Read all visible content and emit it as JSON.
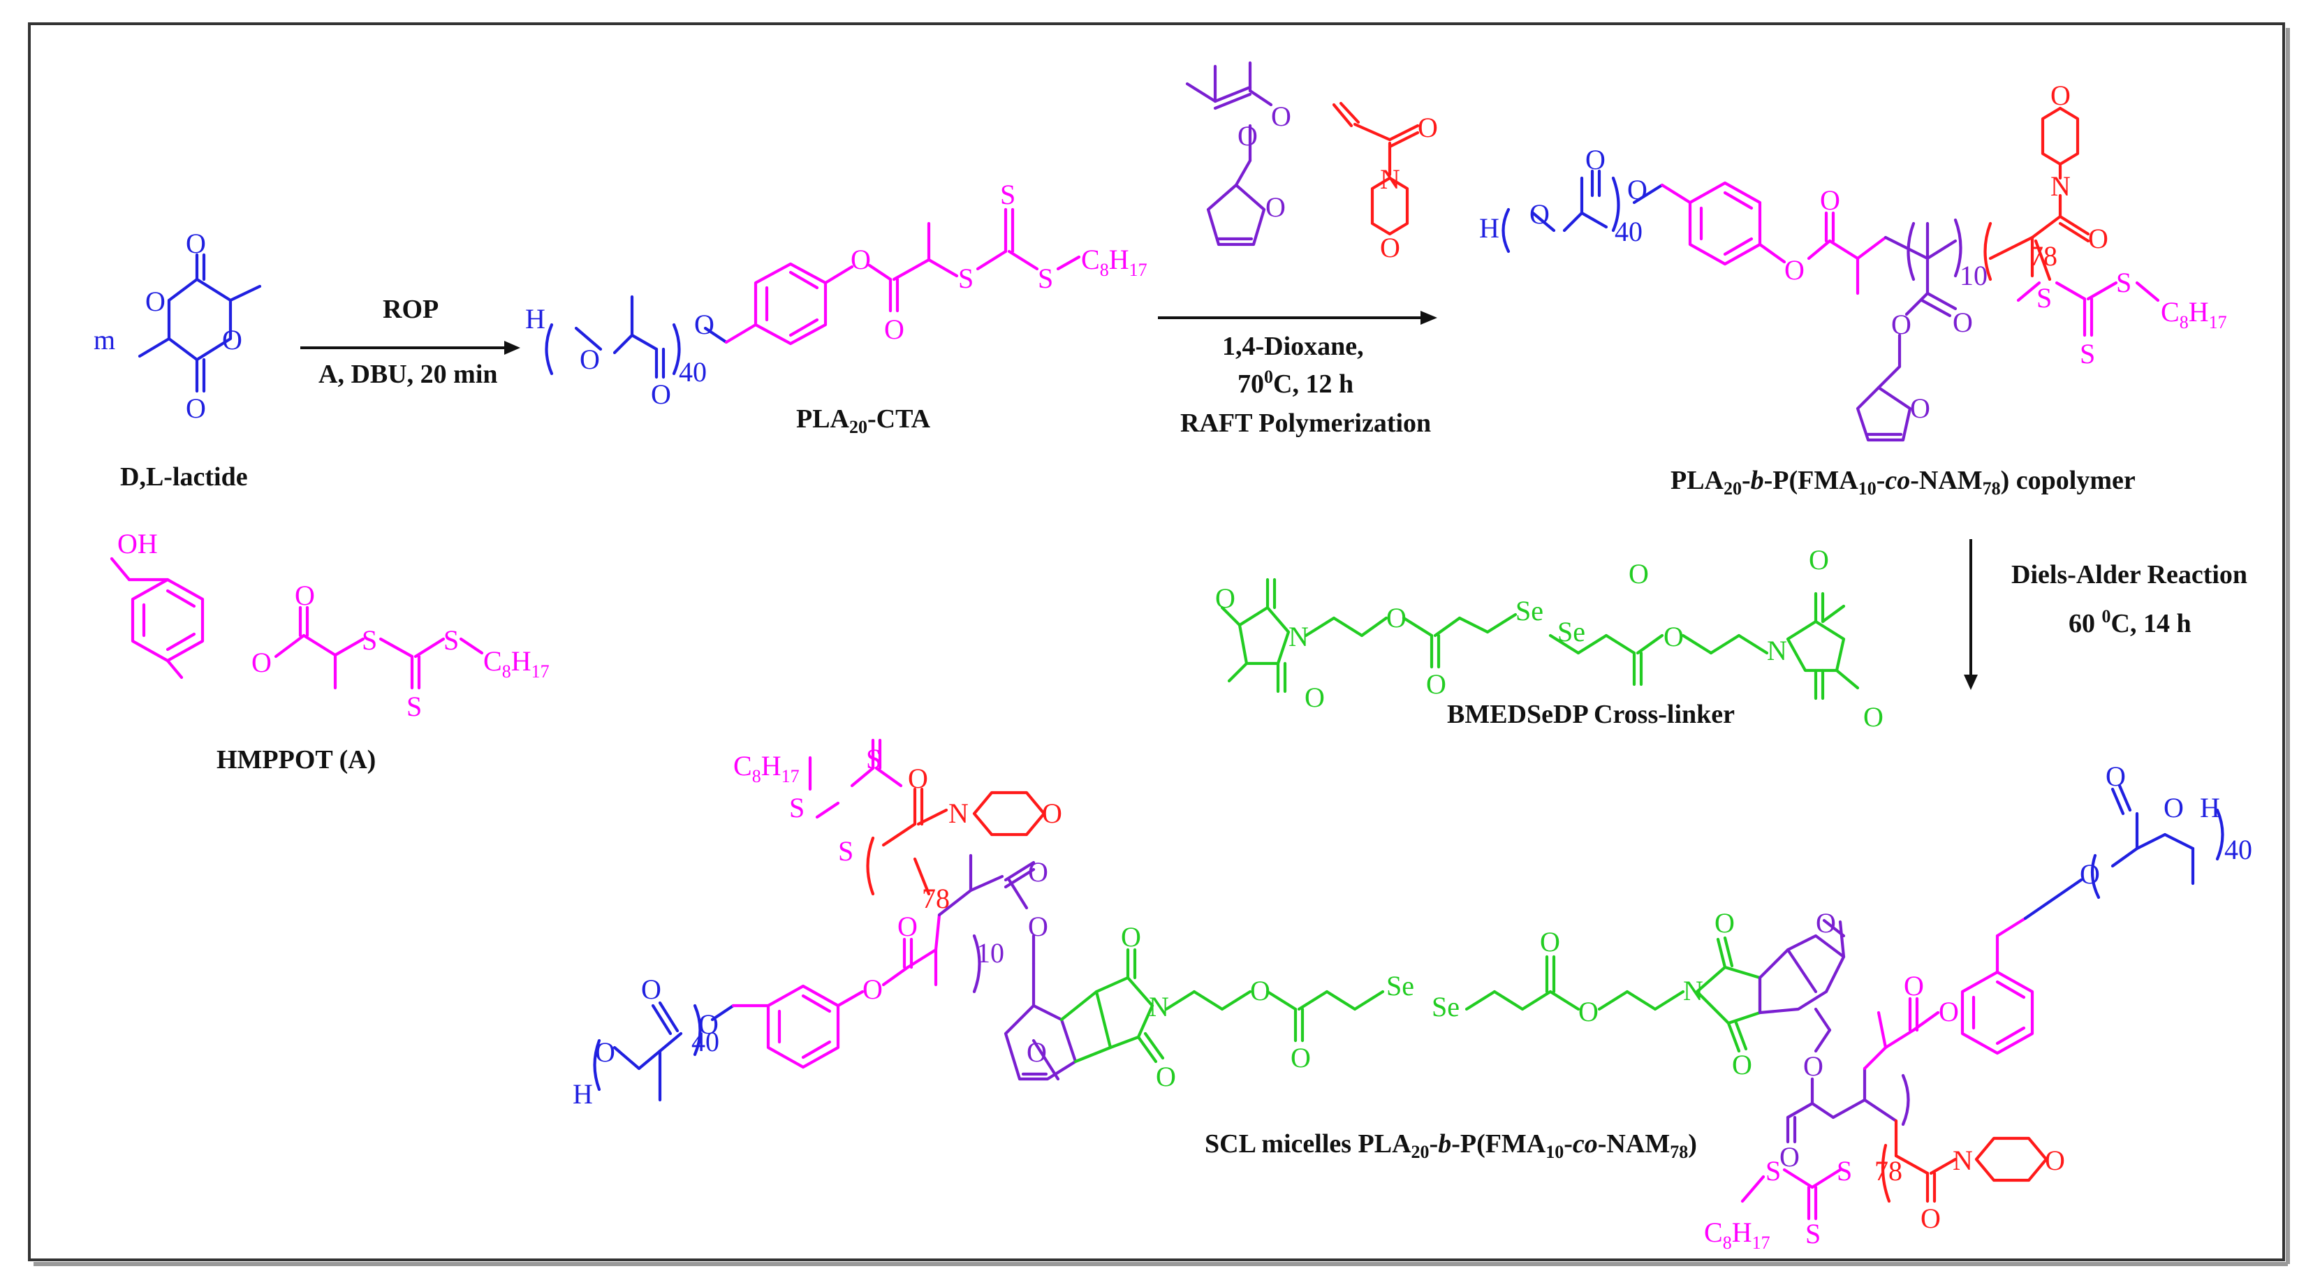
{
  "colors": {
    "lactide": "#2020e0",
    "cta": "#ff00ff",
    "nam": "#ff1a1a",
    "fma": "#7a1fd1",
    "crosslinker": "#22cc22",
    "text": "#111111",
    "frame": "#333333"
  },
  "labels": {
    "lactide": "D,L-lactide",
    "lactide_m": "m",
    "rop": "ROP",
    "rop_conditions": "A, DBU, 20 min",
    "pla_cta_pre": "PLA",
    "pla_cta_sub": "20",
    "pla_cta_post": "-CTA",
    "raft_solvent": "1,4-Dioxane,",
    "raft_temp_a": "70",
    "raft_temp_sup": "0",
    "raft_temp_b": "C, 12 h",
    "raft_name": "RAFT Polymerization",
    "copolymer": {
      "p1": "PLA",
      "s1": "20",
      "p2": "-",
      "i1": "b",
      "p3": "-P(FMA",
      "s2": "10",
      "p4": "-",
      "i2": "co",
      "p5": "-NAM",
      "s3": "78",
      "p6": ") copolymer"
    },
    "da_reaction": "Diels-Alder Reaction",
    "da_temp_a": "60 ",
    "da_temp_sup": "0",
    "da_temp_b": "C, 14 h",
    "crosslinker": "BMEDSeDP Cross-linker",
    "hmppot": "HMPPOT (A)",
    "micelles": {
      "p1": "SCL micelles PLA",
      "s1": "20",
      "p2": "-",
      "i1": "b",
      "p3": "-P(FMA",
      "s2": "10",
      "p4": "-",
      "i2": "co",
      "p5": "-NAM",
      "s3": "78",
      "p6": ")"
    }
  },
  "atoms": {
    "O": "O",
    "OH": "OH",
    "H": "H",
    "S": "S",
    "N": "N",
    "Se": "Se",
    "C8H17_a": "C",
    "C8H17_b": "8",
    "C8H17_c": "H",
    "C8H17_d": "17",
    "n40": "40",
    "n10": "10",
    "n78": "78"
  }
}
